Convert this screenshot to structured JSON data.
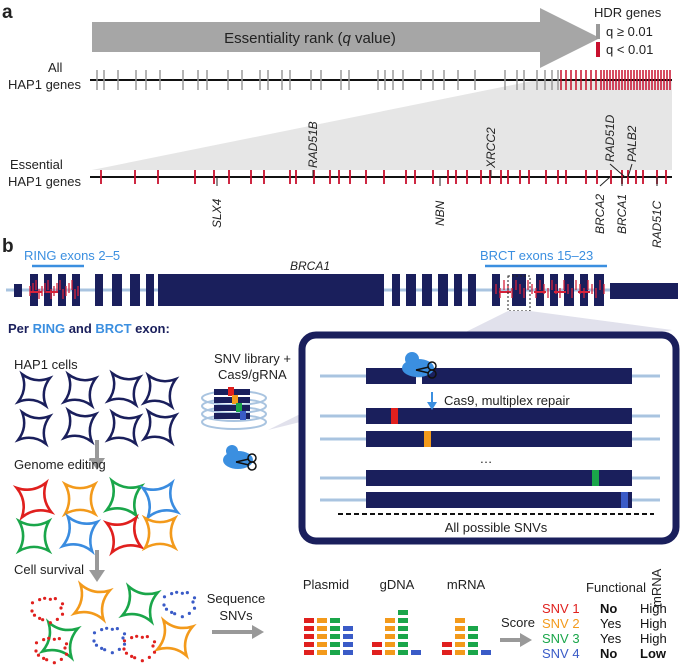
{
  "panel_a": {
    "letter": "a",
    "arrow_label": "Essentiality rank (q value)",
    "legend": {
      "title": "HDR genes",
      "gray_label": "q ≥ 0.01",
      "red_label": "q < 0.01",
      "gray_color": "#9a9a9a",
      "red_color": "#c8102e"
    },
    "row_all": [
      "All",
      "HAP1 genes"
    ],
    "row_essential": [
      "Essential",
      "HAP1 genes"
    ],
    "genes_top": [
      "RAD51B",
      "XRCC2",
      "RAD51D",
      "PALB2"
    ],
    "genes_bottom": [
      "SLX4",
      "NBN",
      "BRCA2",
      "BRCA1",
      "RAD51C"
    ]
  },
  "panel_b": {
    "letter": "b",
    "ring_label": "RING exons 2–5",
    "brct_label": "BRCT exons 15–23",
    "gene": "BRCA1",
    "per_exon": {
      "prefix": "Per ",
      "ring": "RING",
      "and": " and ",
      "brct": "BRCT",
      "suffix": " exon:"
    },
    "hap1_cells": "HAP1 cells",
    "library": [
      "SNV library +",
      "Cas9/gRNA"
    ],
    "genome_editing": "Genome editing",
    "cas9_repair": "Cas9, multiplex repair",
    "ellipsis": "…",
    "all_snvs": "All possible SNVs",
    "cell_survival": "Cell survival",
    "sequence": [
      "Sequence",
      "SNVs"
    ],
    "samples": [
      "Plasmid",
      "gDNA",
      "mRNA"
    ],
    "score": "Score",
    "table_headers": [
      "Functional",
      "mRNA"
    ],
    "snvs": [
      {
        "name": "SNV 1",
        "functional": "No",
        "mrna": "High",
        "color": "#e0201e"
      },
      {
        "name": "SNV 2",
        "functional": "Yes",
        "mrna": "High",
        "color": "#f39a1b"
      },
      {
        "name": "SNV 3",
        "functional": "Yes",
        "mrna": "High",
        "color": "#1aa64a"
      },
      {
        "name": "SNV 4",
        "functional": "No",
        "mrna": "Low",
        "color": "#3a5bc7"
      }
    ],
    "colors": {
      "navy": "#1a1f5c",
      "light_blue": "#3b8fe0",
      "intron": "#a9c4e0"
    }
  }
}
